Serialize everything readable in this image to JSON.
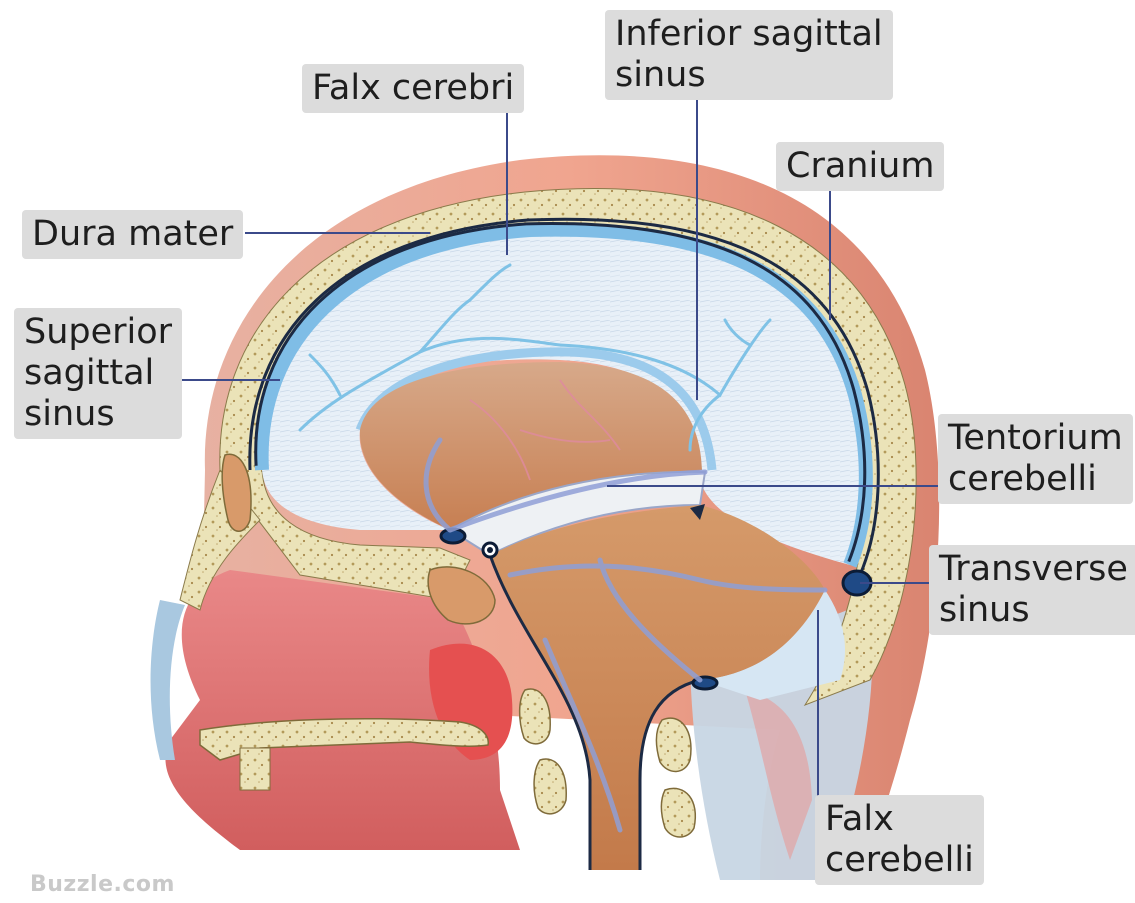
{
  "labels": {
    "falx_cerebri": "Falx cerebri",
    "inferior_sagittal_sinus": [
      "Inferior sagittal",
      "sinus"
    ],
    "cranium": "Cranium",
    "dura_mater": "Dura mater",
    "superior_sagittal_sinus": [
      "Superior",
      "sagittal",
      "sinus"
    ],
    "tentorium_cerebelli": [
      "Tentorium",
      "cerebelli"
    ],
    "transverse_sinus": [
      "Transverse",
      "sinus"
    ],
    "falx_cerebelli": [
      "Falx",
      "cerebelli"
    ]
  },
  "watermark": "Buzzle.com",
  "colors": {
    "label_bg": "#dcdcdc",
    "leader_line": "#3b4a8a",
    "scalp": "#e9a08a",
    "bone": "#e8dfb2",
    "dura": "#1c2a44",
    "falx": "#dbe9f5",
    "sinus": "#6fb3e0",
    "brain_cavity": "#d9915c",
    "nasal": "#e06a6a",
    "vessel": "#8fa0d8"
  }
}
